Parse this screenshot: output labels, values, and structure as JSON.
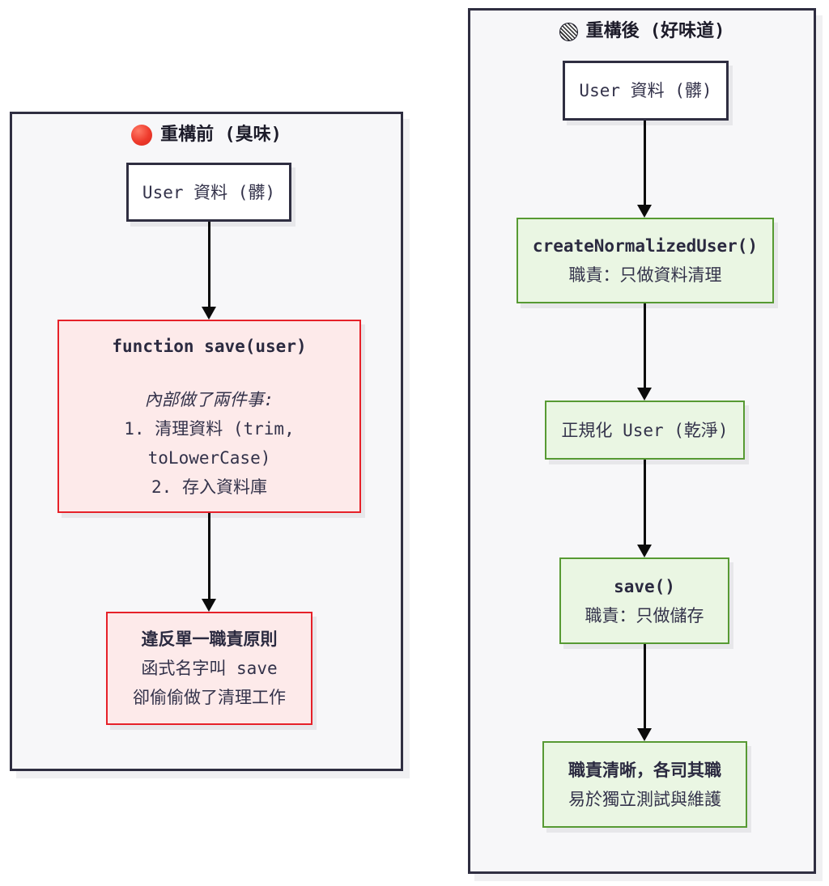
{
  "panels": {
    "before": {
      "title": "重構前 (臭味)",
      "badge_icon": "red-circle",
      "nodes": {
        "input": {
          "label": "User 資料 (髒)"
        },
        "func": {
          "title": "function save(user)",
          "note": "內部做了兩件事:",
          "line1": "1. 清理資料 (trim,",
          "line2": "toLowerCase)",
          "line3": "2. 存入資料庫"
        },
        "result": {
          "title": "違反單一職責原則",
          "line1": "函式名字叫 save",
          "line2": "卻偷偷做了清理工作"
        }
      }
    },
    "after": {
      "title": "重構後 (好味道)",
      "badge_icon": "hatched-circle",
      "nodes": {
        "input": {
          "label": "User 資料 (髒)"
        },
        "normalize": {
          "title": "createNormalizedUser()",
          "subtitle": "職責：只做資料清理"
        },
        "clean": {
          "label": "正規化 User (乾淨)"
        },
        "save": {
          "title": "save()",
          "subtitle": "職責：只做儲存"
        },
        "result": {
          "title": "職責清晰，各司其職",
          "subtitle": "易於獨立測試與維護"
        }
      }
    }
  },
  "colors": {
    "panel_border": "#2f2e41",
    "panel_bg": "#f7f7f9",
    "plain_node_bg": "#ffffff",
    "bad_border": "#e62129",
    "bad_bg": "#fdeaea",
    "good_border": "#579a33",
    "good_bg": "#eaf6e3",
    "text": "#33324a",
    "arrow": "#0b0b0b",
    "badge_red": "#ee3a2c"
  }
}
